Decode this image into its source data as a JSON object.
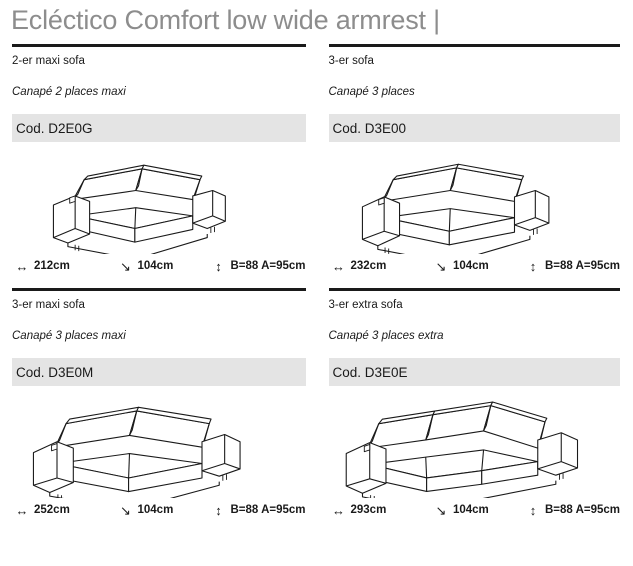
{
  "header": {
    "title": "Ecléctico Comfort low wide armrest |",
    "title_color": "#8d8d8d"
  },
  "theme": {
    "rule_color": "#1a1a1a",
    "code_band_bg": "#e4e4e4",
    "text_color": "#1a1a1a",
    "drawing_stroke": "#1a1a1a",
    "drawing_fill": "#ffffff"
  },
  "glyphs": {
    "width_icon": "↔",
    "depth_icon": "↘",
    "height_icon": "↕"
  },
  "products": [
    {
      "name_de": "2-er maxi sofa",
      "name_fr": "Canapé 2 places maxi",
      "code": "Cod. D2E0G",
      "drawing": "sofa-2-seat-maxi",
      "dims": {
        "width": "212cm",
        "depth": "104cm",
        "height": "B=88 A=95cm"
      }
    },
    {
      "name_de": "3-er sofa",
      "name_fr": "Canapé 3 places",
      "code": "Cod. D3E00",
      "drawing": "sofa-3-seat",
      "dims": {
        "width": "232cm",
        "depth": "104cm",
        "height": "B=88 A=95cm"
      }
    },
    {
      "name_de": "3-er maxi sofa",
      "name_fr": "Canapé 3 places maxi",
      "code": "Cod. D3E0M",
      "drawing": "sofa-3-seat-maxi",
      "dims": {
        "width": "252cm",
        "depth": "104cm",
        "height": "B=88 A=95cm"
      }
    },
    {
      "name_de": "3-er extra sofa",
      "name_fr": "Canapé 3 places extra",
      "code": "Cod. D3E0E",
      "drawing": "sofa-3-seat-extra",
      "dims": {
        "width": "293cm",
        "depth": "104cm",
        "height": "B=88 A=95cm"
      }
    }
  ]
}
